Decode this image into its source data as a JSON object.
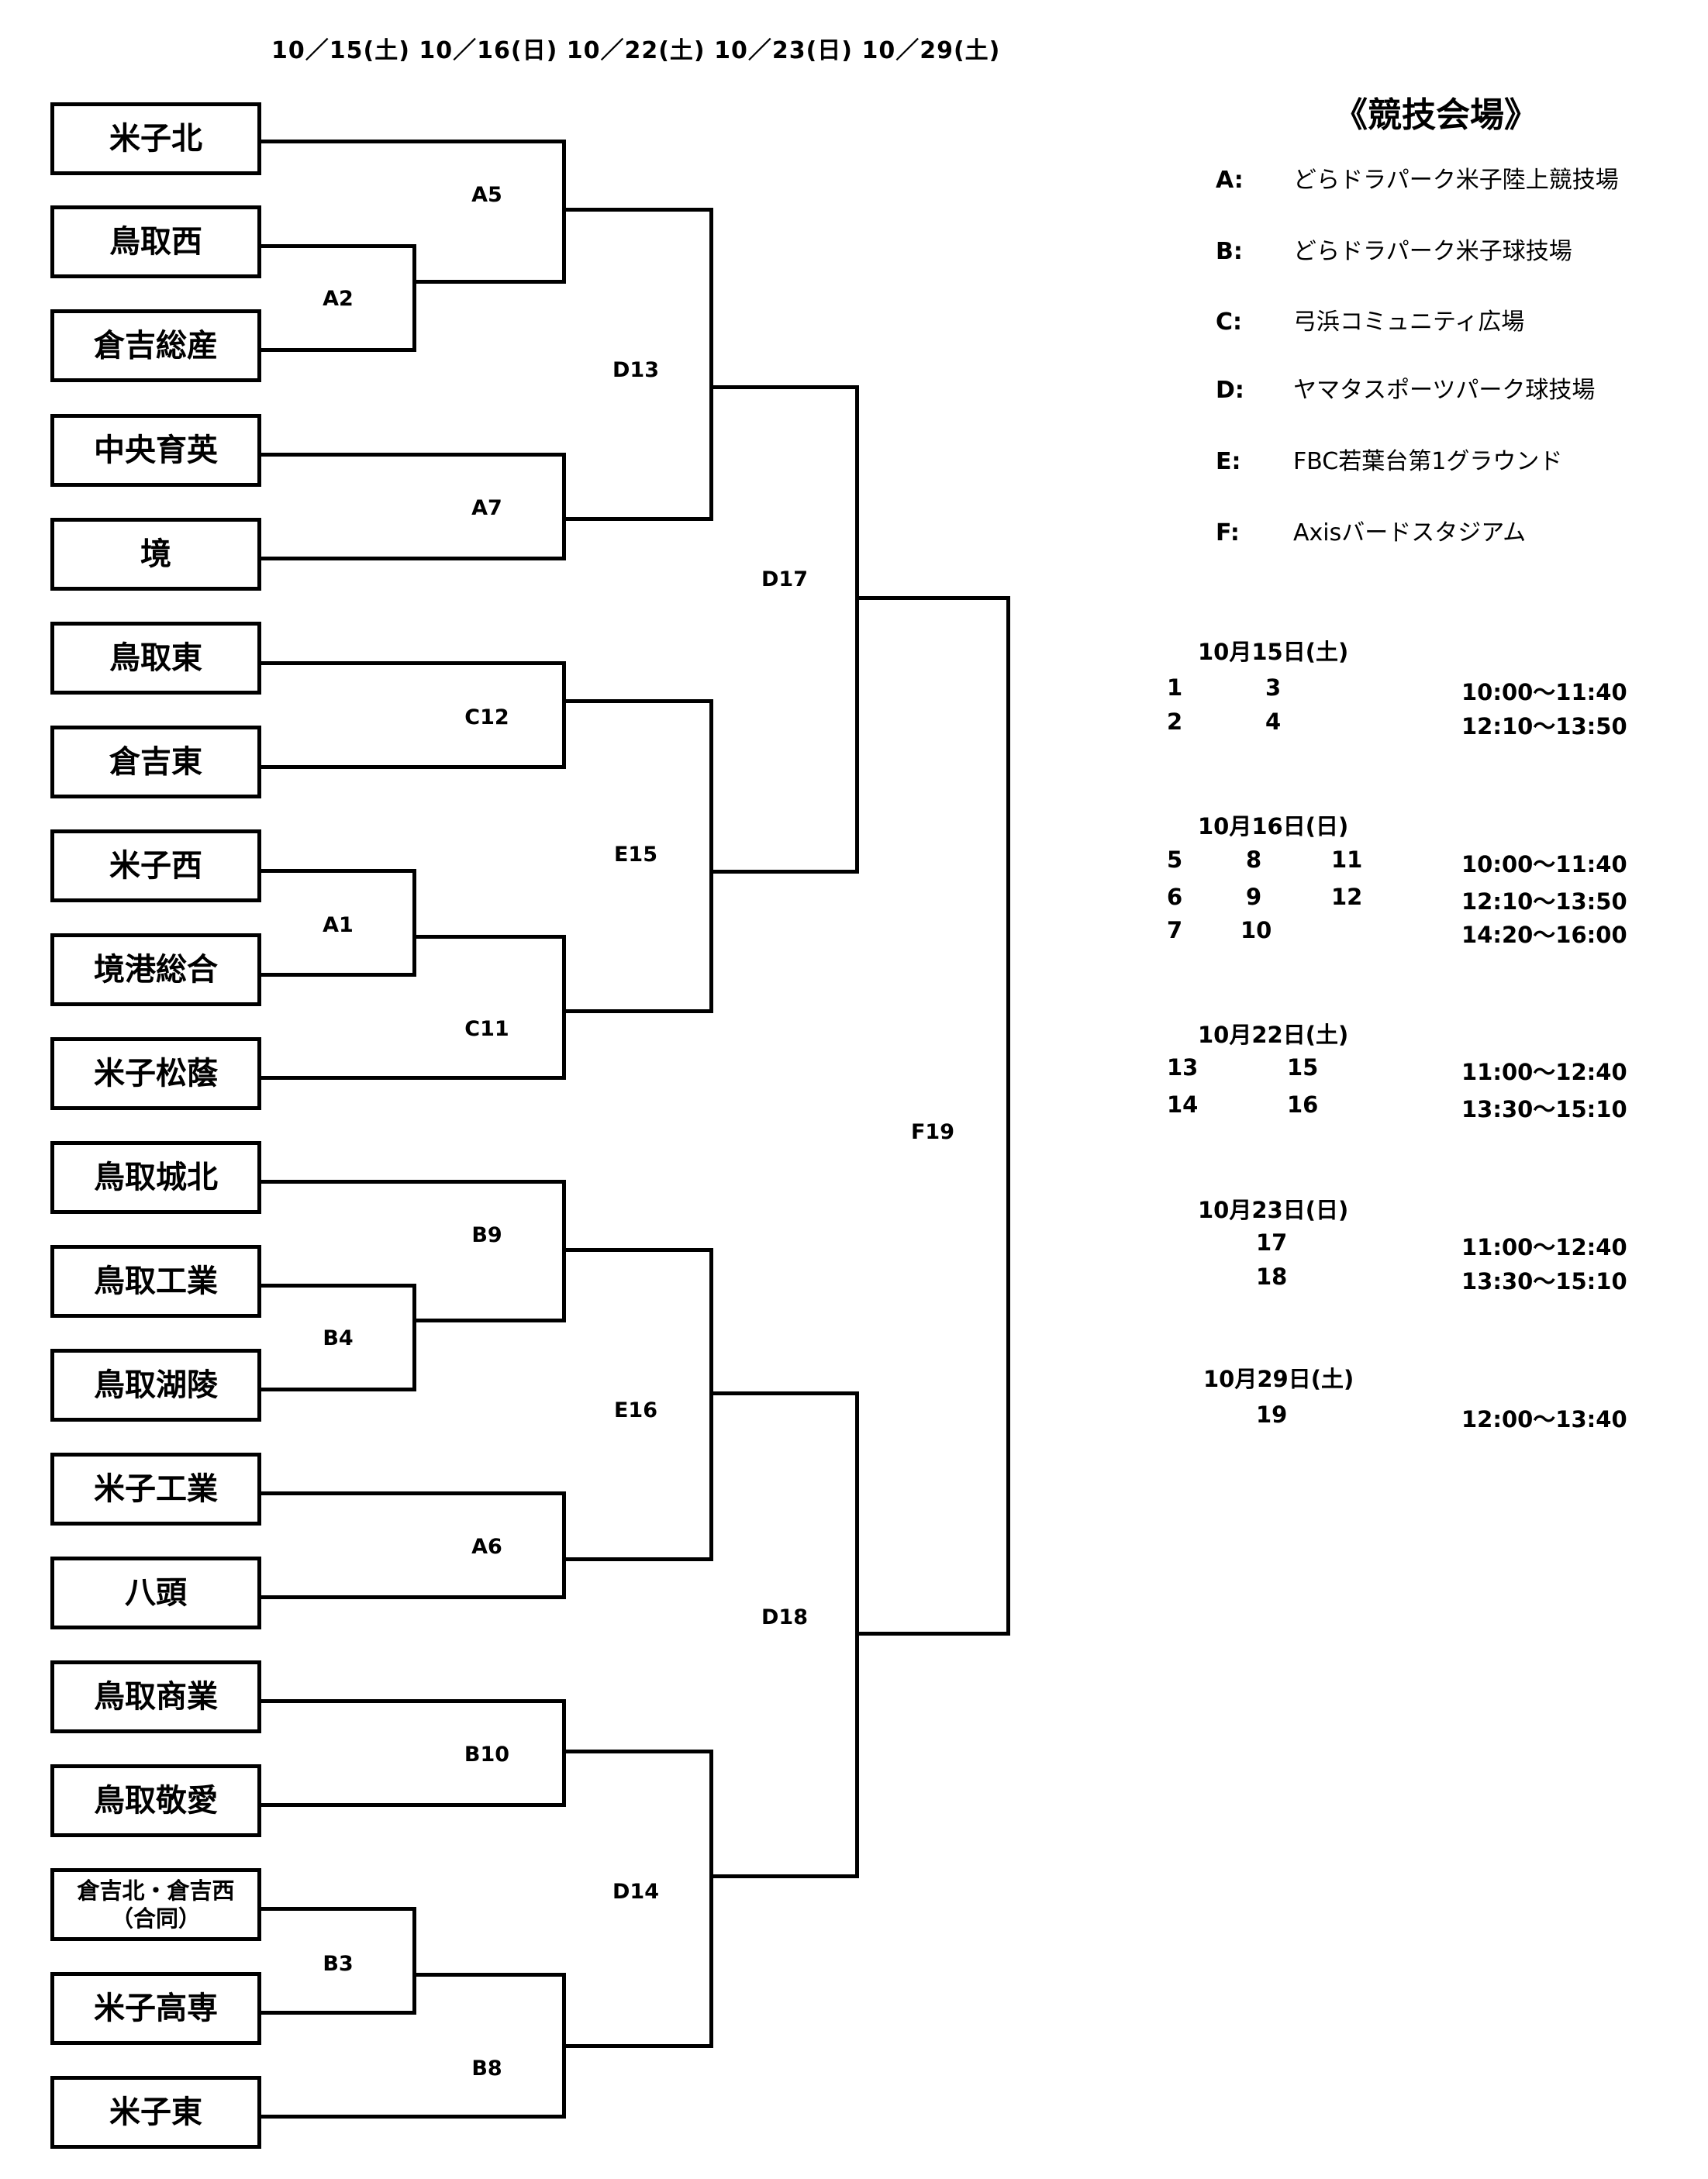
{
  "header": {
    "dates": "10／15(土) 10／16(日) 10／22(土) 10／23(日) 10／29(土)"
  },
  "teams": [
    "米子北",
    "鳥取西",
    "倉吉総産",
    "中央育英",
    "境",
    "鳥取東",
    "倉吉東",
    "米子西",
    "境港総合",
    "米子松蔭",
    "鳥取城北",
    "鳥取工業",
    "鳥取湖陵",
    "米子工業",
    "八頭",
    "鳥取商業",
    "鳥取敬愛",
    "倉吉北・倉吉西\n（合同）",
    "米子高専",
    "米子東"
  ],
  "matches": {
    "A2": "A2",
    "A5": "A5",
    "A7": "A7",
    "C12": "C12",
    "A1": "A1",
    "C11": "C11",
    "D13": "D13",
    "E15": "E15",
    "D17": "D17",
    "B9": "B9",
    "B4": "B4",
    "A6": "A6",
    "B10": "B10",
    "B3": "B3",
    "B8": "B8",
    "E16": "E16",
    "D14": "D14",
    "D18": "D18",
    "F19": "F19"
  },
  "venues": {
    "title": "《競技会場》",
    "items": [
      {
        "code": "A:",
        "name": "どらドラパーク米子陸上競技場"
      },
      {
        "code": "B:",
        "name": "どらドラパーク米子球技場"
      },
      {
        "code": "C:",
        "name": "弓浜コミュニティ広場"
      },
      {
        "code": "D:",
        "name": "ヤマタスポーツパーク球技場"
      },
      {
        "code": "E:",
        "name": "FBC若葉台第1グラウンド"
      },
      {
        "code": "F:",
        "name": "Axisバードスタジアム"
      }
    ]
  },
  "schedule": [
    {
      "date": "10月15日(土)",
      "rows": [
        {
          "c1": "1",
          "c2": "3",
          "c3": "",
          "time": "10:00～11:40"
        },
        {
          "c1": "2",
          "c2": "4",
          "c3": "",
          "time": "12:10～13:50"
        }
      ]
    },
    {
      "date": "10月16日(日)",
      "rows": [
        {
          "c1": "5",
          "c2": "8",
          "c3": "11",
          "time": "10:00～11:40"
        },
        {
          "c1": "6",
          "c2": "9",
          "c3": "12",
          "time": "12:10～13:50"
        },
        {
          "c1": "7",
          "c2": "10",
          "c3": "",
          "time": "14:20～16:00"
        }
      ]
    },
    {
      "date": "10月22日(土)",
      "rows": [
        {
          "c1": "13",
          "c2": "15",
          "c3": "",
          "time": "11:00～12:40"
        },
        {
          "c1": "14",
          "c2": "16",
          "c3": "",
          "time": "13:30～15:10"
        }
      ]
    },
    {
      "date": "10月23日(日)",
      "rows": [
        {
          "c1": "",
          "c2": "17",
          "c3": "",
          "time": "11:00～12:40"
        },
        {
          "c1": "",
          "c2": "18",
          "c3": "",
          "time": "13:30～15:10"
        }
      ]
    },
    {
      "date": "10月29日(土)",
      "rows": [
        {
          "c1": "",
          "c2": "19",
          "c3": "",
          "time": "12:00～13:40"
        }
      ]
    }
  ]
}
